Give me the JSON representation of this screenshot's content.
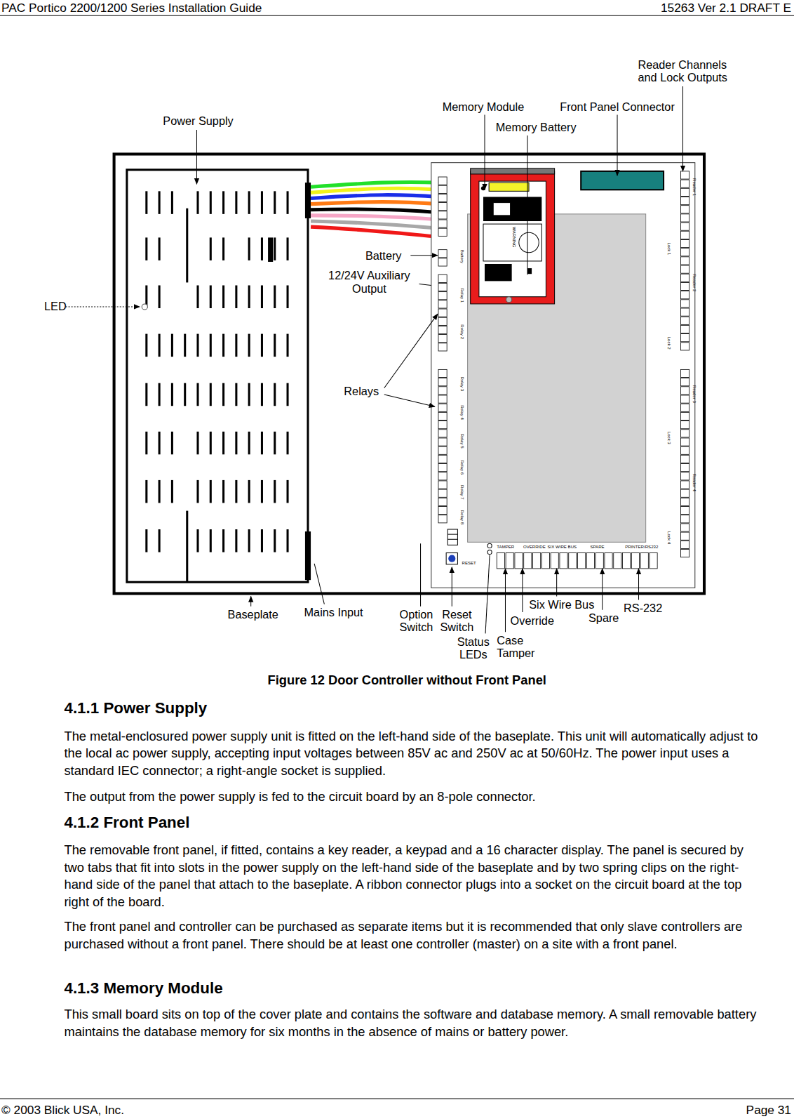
{
  "diagram": {
    "caption": "Figure 12 Door Controller without Front Panel",
    "labels": [
      "PAC Portico 2200/1200 Series Installation Guide",
      "15263 Ver 2.1 DRAFT E",
      "Reader Channels and Lock Outputs",
      "Memory Module",
      "Front Panel Connector",
      "Power Supply",
      "Memory Battery",
      "Battery",
      "12/24V Auxiliary Output",
      "LED",
      "Relays",
      "Six Wire Bus",
      "RS-232",
      "Baseplate",
      "Mains Input",
      "Option Switch",
      "Reset Switch",
      "Override",
      "Spare",
      "Status LEDs",
      "Case Tamper",
      "Reader 1",
      "Reader 2",
      "Reader 3",
      "Reader 4",
      "Lock 1",
      "Lock 2",
      "Lock 3",
      "Lock 4",
      "Battery",
      "Relay 1",
      "Relay 2",
      "Relay 3",
      "Relay 4",
      "Relay 5",
      "Relay 6",
      "Relay 7",
      "Relay 8",
      "WARNING",
      "RESET",
      "TAMPER",
      "OVERRIDE",
      "SIX WIRE BUS",
      "SPARE",
      "PRINTER/RS232",
      "4.1.1 Power Supply",
      "The metal-enclosured power supply unit is fitted on the left-hand side of the baseplate. This unit will automatically adjust to the local ac power supply, accepting input voltages between 85V ac and 250V ac at 50/60Hz. The power input uses a standard IEC connector; a right-angle socket is supplied.",
      "The output from the power supply is fed to the circuit board by an 8-pole connector.",
      "4.1.2 Front Panel",
      "The removable front panel, if fitted, contains a key reader, a keypad and a 16 character display. The panel is secured by two tabs that fit into slots in the power supply on the left-hand side of the baseplate and by two spring clips on the right-hand side of the panel that attach to the baseplate. A ribbon connector plugs into a socket on the circuit board at the top right of the board.",
      "The front panel and controller can be purchased as separate items but it is recommended that only slave controllers are purchased without a front panel. There should be at least one controller (master) on a site with a front panel.",
      "4.1.3 Memory Module",
      "This small board sits on top of the cover plate and contains the software and database memory. A small removable battery maintains the database memory for six months in the absence of mains or battery power.",
      "© 2003 Blick USA, Inc.",
      "Page 31"
    ]
  }
}
